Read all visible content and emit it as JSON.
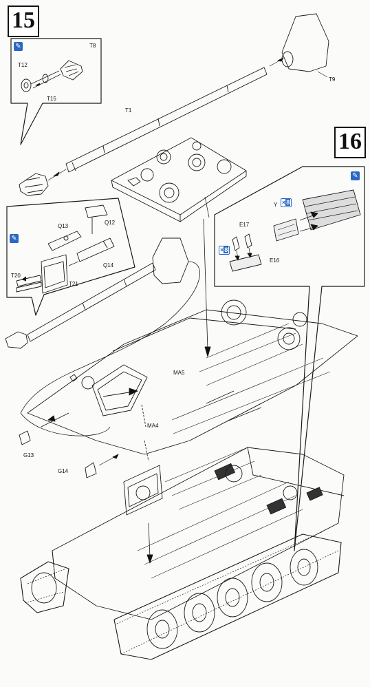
{
  "steps": {
    "step15": "15",
    "step16": "16"
  },
  "parts": {
    "t8": "T8",
    "t12": "T12",
    "t15": "T15",
    "t9": "T9",
    "t1": "T1",
    "q13": "Q13",
    "q12": "Q12",
    "q14": "Q14",
    "t20": "T20",
    "t21": "T21",
    "ma5": "MA5",
    "ma4": "MA4",
    "g13": "G13",
    "g14": "G14",
    "e17": "E17",
    "e16": "E16",
    "y": "Y"
  },
  "quantities": {
    "y_qty": "8",
    "e_qty": "8"
  },
  "icons": {
    "tool": "cement-tube-icon",
    "accent": "#2b67c4"
  }
}
